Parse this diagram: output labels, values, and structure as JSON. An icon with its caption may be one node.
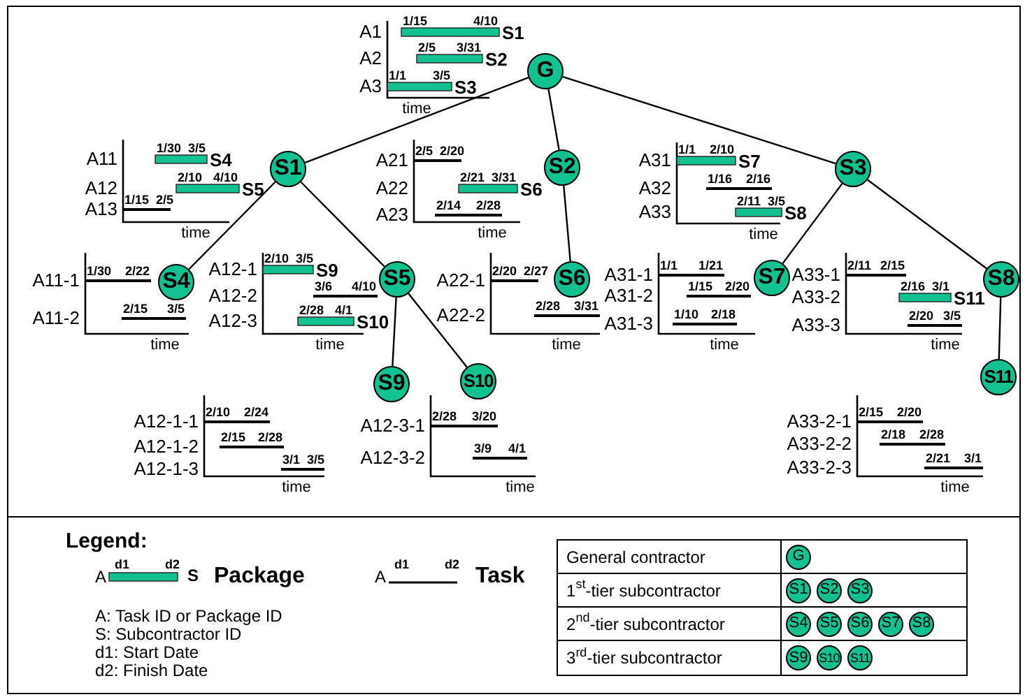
{
  "diagram": {
    "nodes": [
      {
        "text": [
          "G"
        ]
      },
      {
        "text": [
          "S1"
        ]
      },
      {
        "text": [
          "S2"
        ]
      },
      {
        "text": [
          "S3"
        ]
      },
      {
        "text": [
          "S4"
        ]
      },
      {
        "text": [
          "S5"
        ]
      },
      {
        "text": [
          "S6"
        ]
      },
      {
        "text": [
          "S7"
        ]
      },
      {
        "text": [
          "S8"
        ]
      },
      {
        "text": [
          "S9"
        ]
      },
      {
        "text": [
          "S10"
        ]
      },
      {
        "text": [
          "S11"
        ]
      },
      {
        "text": [
          "G"
        ]
      },
      {
        "text": [
          "S1"
        ]
      },
      {
        "text": [
          "S2"
        ]
      },
      {
        "text": [
          "S3"
        ]
      },
      {
        "text": [
          "S4"
        ]
      },
      {
        "text": [
          "S5"
        ]
      },
      {
        "text": [
          "S6"
        ]
      },
      {
        "text": [
          "S7"
        ]
      },
      {
        "text": [
          "S8"
        ]
      },
      {
        "text": [
          "S9"
        ]
      },
      {
        "text": [
          "S10"
        ]
      },
      {
        "text": [
          "S11"
        ]
      }
    ],
    "edges": [
      {
        "from": 0,
        "to": 1,
        "arrow": "none"
      },
      {
        "from": 0,
        "to": 2,
        "arrow": "none"
      },
      {
        "from": 0,
        "to": 3,
        "arrow": "none"
      },
      {
        "from": 1,
        "to": 4,
        "arrow": "none"
      },
      {
        "from": 1,
        "to": 5,
        "arrow": "none"
      },
      {
        "from": 2,
        "to": 6,
        "arrow": "none"
      },
      {
        "from": 3,
        "to": 7,
        "arrow": "none"
      },
      {
        "from": 3,
        "to": 8,
        "arrow": "none"
      },
      {
        "from": 5,
        "to": 9,
        "arrow": "none"
      },
      {
        "from": 5,
        "to": 10,
        "arrow": "none"
      },
      {
        "from": 8,
        "to": 11,
        "arrow": "none"
      }
    ],
    "labels": [
      "A1",
      "1/15",
      "4/10",
      "S1",
      "A2",
      "2/5",
      "3/31",
      "S2",
      "A3",
      "1/1",
      "3/5",
      "S3",
      "time",
      "A11",
      "1/30",
      "3/5",
      "S4",
      "A12",
      "2/10",
      "4/10",
      "S5",
      "A13",
      "1/15",
      "2/5",
      "time",
      "A21",
      "2/5",
      "2/20",
      "A22",
      "2/21",
      "3/31",
      "S6",
      "A23",
      "2/14",
      "2/28",
      "time",
      "A31",
      "1/1",
      "2/10",
      "S7",
      "A32",
      "1/16",
      "2/16",
      "A33",
      "2/11",
      "3/5",
      "S8",
      "time",
      "A11-1",
      "1/30",
      "2/22",
      "A11-2",
      "2/15",
      "3/5",
      "time",
      "A12-1",
      "2/10",
      "3/5",
      "S9",
      "A12-2",
      "3/6",
      "4/10",
      "A12-3",
      "2/28",
      "4/1",
      "S10",
      "time",
      "A22-1",
      "2/20",
      "2/27",
      "A22-2",
      "2/28",
      "3/31",
      "time",
      "A31-1",
      "1/1",
      "1/21",
      "A31-2",
      "1/15",
      "2/20",
      "A31-3",
      "1/10",
      "2/18",
      "time",
      "A33-1",
      "2/11",
      "2/15",
      "A33-2",
      "2/16",
      "3/1",
      "S11",
      "A33-3",
      "2/20",
      "3/5",
      "time",
      "A12-1-1",
      "2/10",
      "2/24",
      "A12-1-2",
      "2/15",
      "2/28",
      "A12-1-3",
      "3/1",
      "3/5",
      "time",
      "A12-3-1",
      "2/28",
      "3/20",
      "A12-3-2",
      "3/9",
      "4/1",
      "time",
      "A33-2-1",
      "2/15",
      "2/20",
      "A33-2-2",
      "2/18",
      "2/28",
      "A33-2-3",
      "2/21",
      "3/1",
      "time",
      "Legend:",
      "A",
      "d1",
      "d2",
      "S",
      "A",
      "d1",
      "d2",
      "A: Task ID or Package ID",
      "S: Subcontractor ID",
      "d1: Start Date",
      "d2: Finish Date",
      "General contractor",
      "1$^{st}$-tier subcontractor",
      "2$^{nd}$-tier subcontractor",
      "3$^{rd}$-tier subcontractor"
    ],
    "legend": [
      {
        "text": "Package"
      },
      {
        "text": "Task"
      }
    ]
  }
}
